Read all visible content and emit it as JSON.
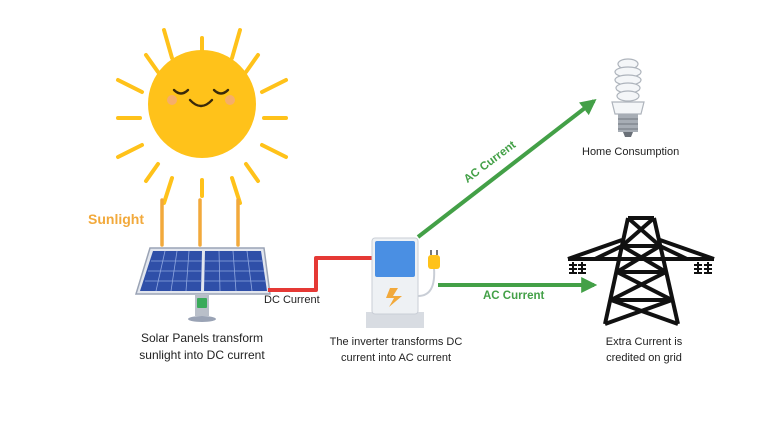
{
  "labels": {
    "sunlight": "Sunlight",
    "dc_current": "DC Current",
    "ac_current_home": "AC Current",
    "ac_current_grid": "AC Current",
    "home_consumption": "Home Consumption",
    "solar_caption_line1": "Solar Panels transform",
    "solar_caption_line2": "sunlight into DC current",
    "inverter_caption_line1": "The inverter transforms DC",
    "inverter_caption_line2": "current into AC current",
    "grid_caption_line1": "Extra Current is",
    "grid_caption_line2": "credited on grid"
  },
  "colors": {
    "sun_fill": "#FFC21A",
    "sun_rays": "#FFC21A",
    "sunlight_beams": "#F2A93B",
    "sunlight_text": "#F2A93B",
    "dc_wire": "#E53935",
    "ac_arrow": "#43A047",
    "panel_blue": "#2F4FA8",
    "inverter_screen": "#4A8FE3",
    "tower": "#111111"
  },
  "icons": [
    "sun-icon",
    "solar-panel-icon",
    "inverter-icon",
    "plug-icon",
    "light-bulb-icon",
    "transmission-tower-icon"
  ]
}
